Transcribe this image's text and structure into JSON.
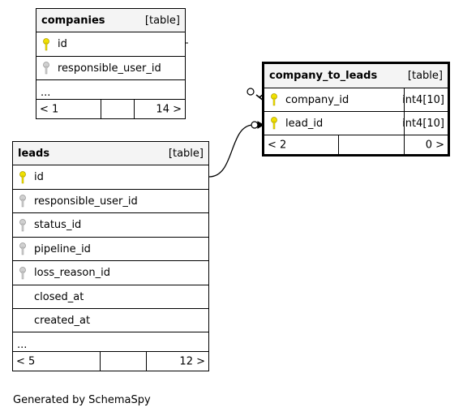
{
  "companies": {
    "name": "companies",
    "kind": "[table]",
    "columns": [
      {
        "name": "id",
        "key": "primary"
      },
      {
        "name": "responsible_user_id",
        "key": "foreign"
      }
    ],
    "more": "...",
    "parents": "< 1",
    "children": "14 >"
  },
  "company_to_leads": {
    "name": "company_to_leads",
    "kind": "[table]",
    "columns": [
      {
        "name": "company_id",
        "key": "primary",
        "type": "int4[10]"
      },
      {
        "name": "lead_id",
        "key": "primary",
        "type": "int4[10]"
      }
    ],
    "parents": "< 2",
    "children": "0 >"
  },
  "leads": {
    "name": "leads",
    "kind": "[table]",
    "columns": [
      {
        "name": "id",
        "key": "primary"
      },
      {
        "name": "responsible_user_id",
        "key": "foreign"
      },
      {
        "name": "status_id",
        "key": "foreign"
      },
      {
        "name": "pipeline_id",
        "key": "foreign"
      },
      {
        "name": "loss_reason_id",
        "key": "foreign"
      },
      {
        "name": "closed_at",
        "key": "none"
      },
      {
        "name": "created_at",
        "key": "none"
      }
    ],
    "more": "...",
    "parents": "< 5",
    "children": "12 >"
  },
  "footer_text": "Generated by SchemaSpy",
  "colors": {
    "primary_key": "#f0e000",
    "foreign_key": "#b8b8b8",
    "header_bg": "#f4f4f4"
  }
}
